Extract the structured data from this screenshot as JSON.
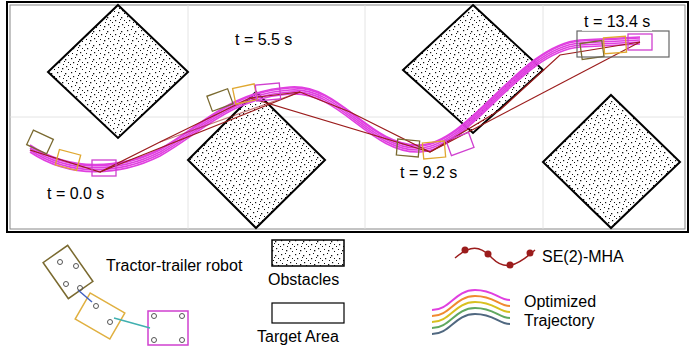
{
  "diagram": {
    "labels": [
      "t = 5.5 s",
      "t = 13.4 s",
      "t = 0.0 s",
      "t = 9.2 s"
    ],
    "legend": [
      {
        "text": "Tractor-trailer robot"
      },
      {
        "text": "Obstacles"
      },
      {
        "text": "Target Area"
      },
      {
        "text": "SE(2)-MHA"
      },
      {
        "text": "Optimized Trajectory"
      }
    ]
  }
}
